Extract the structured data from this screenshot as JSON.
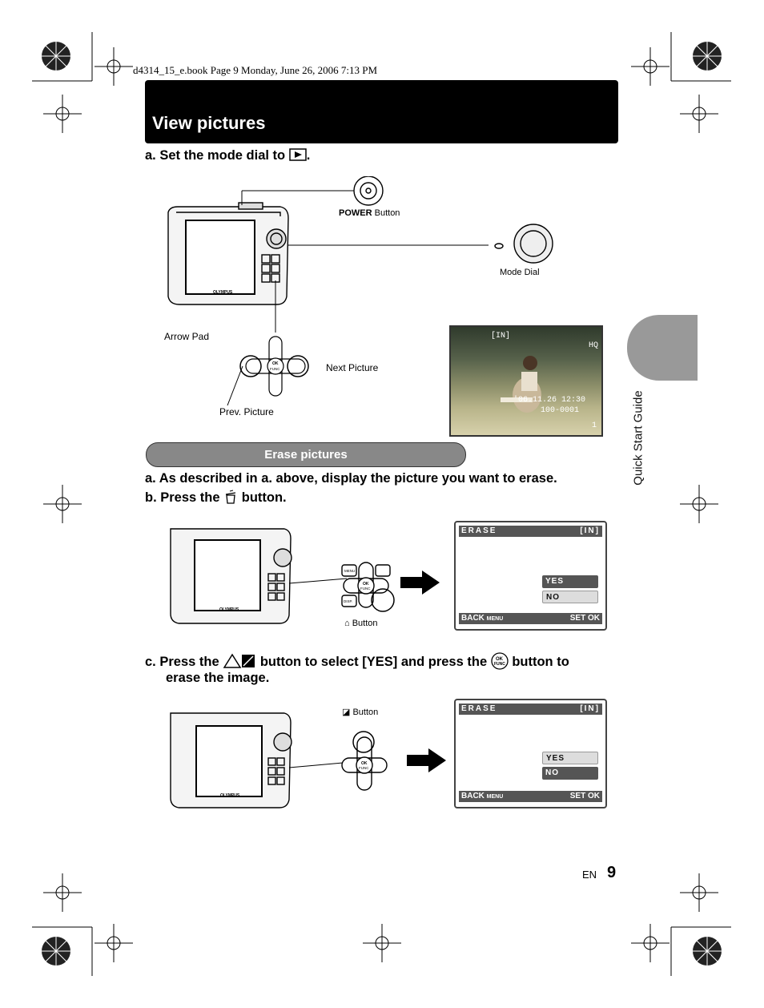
{
  "print_header": "d4314_15_e.book  Page 9  Monday, June 26, 2006  7:13 PM",
  "title": "View pictures",
  "step_a": "a.  Set the mode dial to",
  "labels": {
    "power_button_word": "POWER",
    "power_button_suffix": "Button",
    "mode_dial": "Mode Dial",
    "arrow_pad": "Arrow Pad",
    "next_picture": "Next Picture",
    "prev_picture": "Prev. Picture",
    "delete_button": "Button",
    "flash_button": "Button",
    "ok_top": "OK",
    "ok_bottom": "FUNC",
    "menu": "MENU",
    "disp": "DISP.",
    "brand": "OLYMPUS"
  },
  "photo_overlay": {
    "memory": "[IN]",
    "quality": "HQ",
    "date": "'06.11.26  12:30",
    "file": "100-0001",
    "count": "1"
  },
  "erase_section_title": "Erase pictures",
  "step_erase_a": "a.  As described in a. above, display the picture you want to erase.",
  "step_erase_b_pre": "b.  Press the",
  "step_erase_b_post": "button.",
  "step_c_pre": "c.  Press the",
  "step_c_mid": "button to select [YES] and press the",
  "step_c_post": "button to",
  "step_c_line2": "erase the image.",
  "screen": {
    "title": "ERASE",
    "memory": "[IN]",
    "yes": "YES",
    "no": "NO",
    "back": "BACK",
    "back_key": "MENU",
    "set": "SET",
    "set_key": "OK"
  },
  "side_tab": "Quick Start Guide",
  "page_lang": "EN",
  "page_number": "9"
}
